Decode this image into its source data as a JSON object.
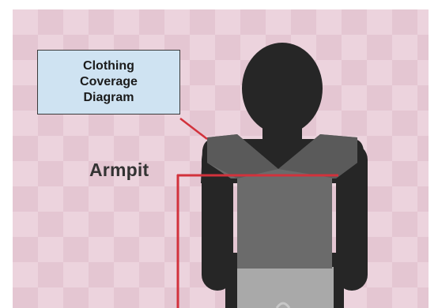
{
  "diagram": {
    "box_label_lines": [
      "Clothing",
      "Coverage",
      "Diagram"
    ],
    "armpit_label": "Armpit"
  },
  "colors": {
    "background_pink": "#ecd3dd",
    "background_pink_alt": "#e4c6d2",
    "box_fill": "#cfe3f2",
    "body_dark": "#262626",
    "torso_gray": "#6b6b6b",
    "shoulder_gray": "#5a5a5a",
    "lower_gray": "#a9a9a9",
    "marker_red": "#d2323c"
  }
}
